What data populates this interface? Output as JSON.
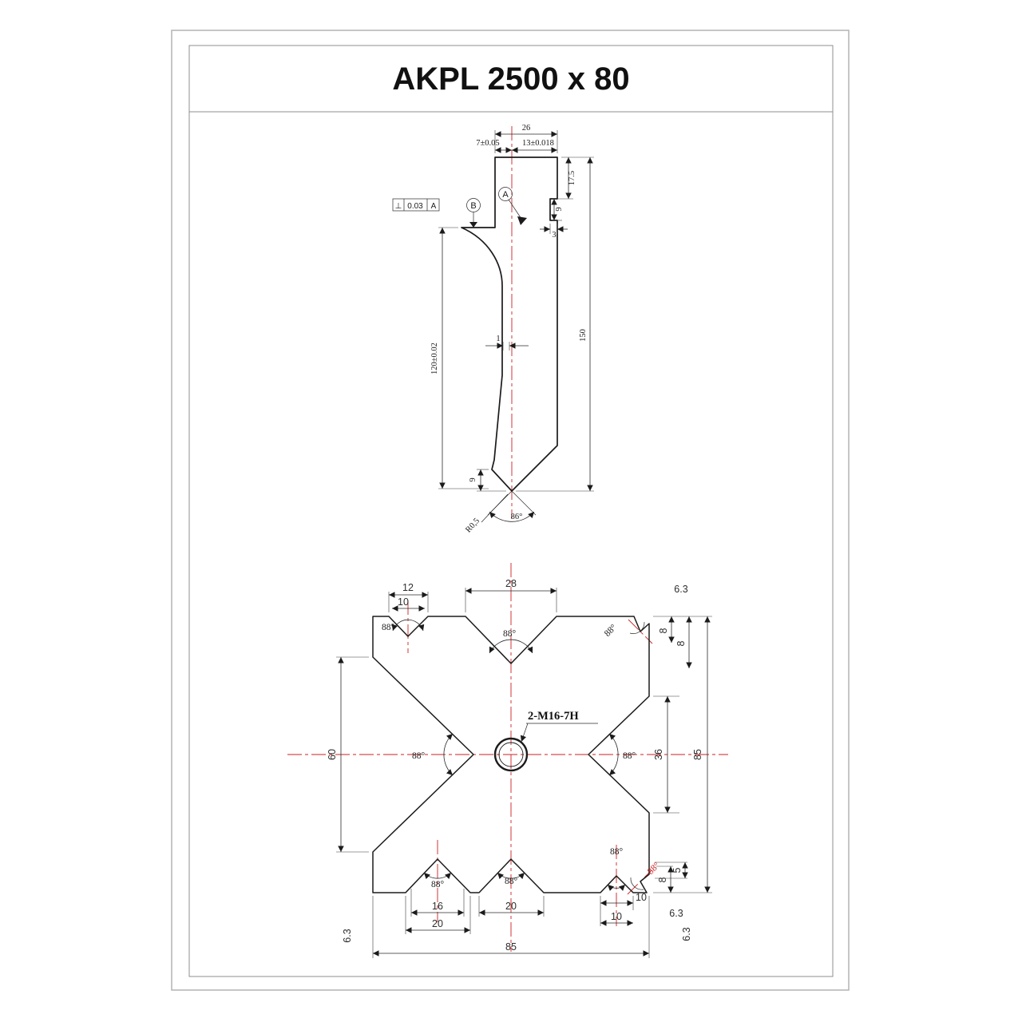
{
  "title": "AKPL 2500 x 80",
  "punch": {
    "dims": {
      "top_width": "26",
      "left_offset": "7±0.05",
      "tang_thickness": "13±0.018",
      "upper_height": "17.5",
      "groove_height": "9",
      "groove_depth": "3",
      "total_height": "150",
      "working_height": "120±0.02",
      "blade_offset": "1",
      "tip_height": "9",
      "tip_angle": "86°",
      "tip_radius": "R0,5"
    },
    "gdt": {
      "symbol": "⊥",
      "tolerance": "0.03",
      "datum_ref": "A"
    },
    "datum_a": "A",
    "datum_b": "B"
  },
  "die": {
    "thread_note": "2-M16-7H",
    "v_angle": "88°",
    "surface_finish": "6.3",
    "dims": {
      "top_left_width": "12",
      "top_left_inner": "10",
      "top_v_width": "28",
      "corner_8a": "8",
      "corner_8b": "8",
      "left_v_width": "60",
      "right_v_width": "36",
      "side_height": "85",
      "bottom_left_inner": "16",
      "bottom_left_width": "20",
      "bottom_mid_width": "20",
      "bottom_right_width": "10",
      "bottom_right_offset": "10",
      "corner_5": "5",
      "corner_8c": "8",
      "bottom_width": "85"
    }
  }
}
